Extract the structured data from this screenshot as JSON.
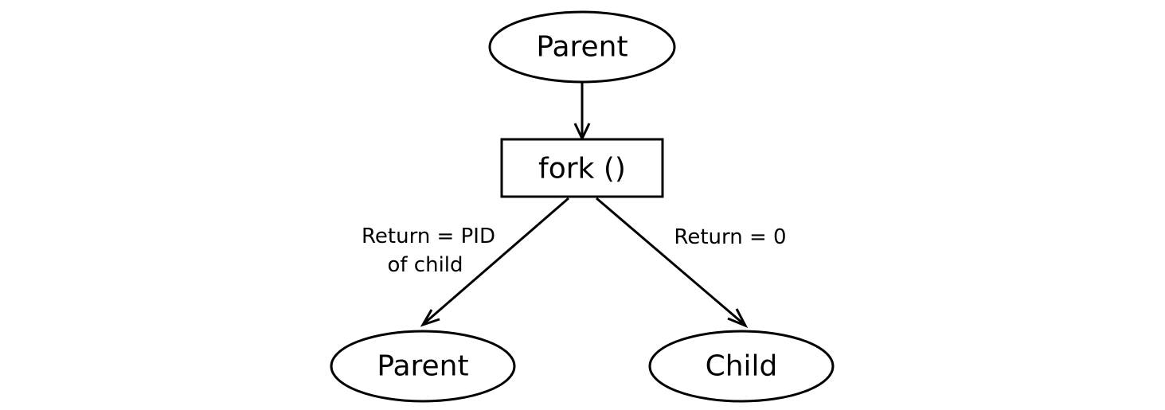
{
  "diagram": {
    "nodes": {
      "parent_top": "Parent",
      "fork": "fork ()",
      "parent_bottom": "Parent",
      "child": "Child"
    },
    "edges": {
      "to_parent_line1": "Return = PID",
      "to_parent_line2": "of child",
      "to_child": "Return = 0"
    }
  }
}
